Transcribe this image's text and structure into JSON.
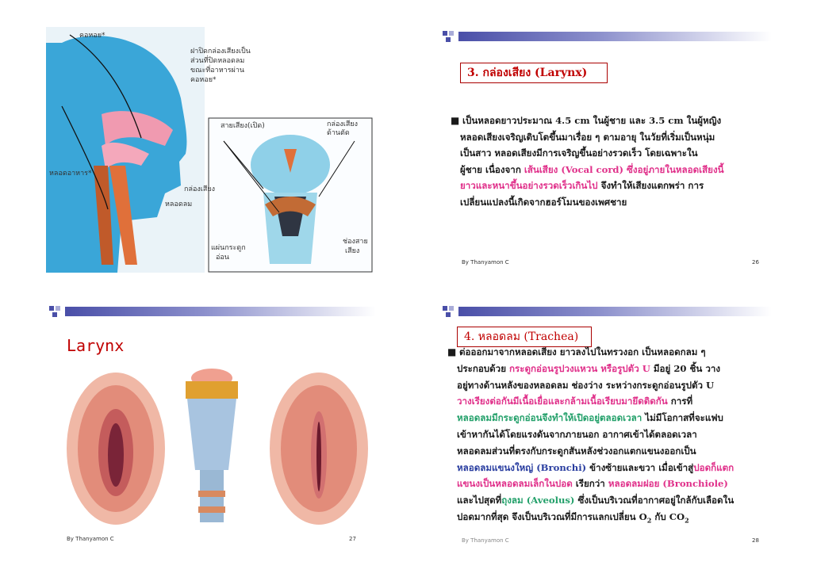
{
  "slide25": {
    "labels": [
      "คอหอย*",
      "ฝาปิดกล่องเสียงเป็น",
      "ส่วนที่ปิดหลอดลม",
      "ขณะที่อาหารผ่าน",
      "คอหอย*",
      "สายเสียง(เปิด)",
      "กล่องเสียง",
      "ด้านตัด",
      "หลอดอาหาร*",
      "กล่องเสียง",
      "หลอดลม",
      "แผ่นกระดูก",
      "อ่อน",
      "ช่องสาย",
      "เสียง"
    ]
  },
  "slide26": {
    "title": "3. กล่องเสียง (Larynx)",
    "bullet": "■",
    "text": {
      "p1": "เป็นหลอดยาวประมาณ 4.5   cm ในผู้ชาย และ 3.5   cm ในผู้หญิง",
      "p2": "หลอดเสียงเจริญเติบโตขึ้นมาเรื่อย ๆ ตามอายุ ในวัยที่เริ่มเป็นหนุ่ม",
      "p3": "เป็นสาว หลอดเสียงมีการเจริญขึ้นอย่างรวดเร็ว โดยเฉพาะใน",
      "p4a": "ผู้ชาย เนื่องจาก ",
      "p4b": "เส้นเสียง (Vocal cord) ซึ่งอยู่ภายในหลอดเสียงนี้",
      "p5a": "ยาวและหนาขึ้นอย่างรวดเร็วเกินไป",
      "p5b": " จึงทำให้เสียงแตกพร่า การ",
      "p6": "เปลี่ยนแปลงนี้เกิดจากฮอร์โมนของเพศชาย"
    },
    "footer_author": "By Thanyamon C",
    "page": "26"
  },
  "slide27": {
    "title": "Larynx",
    "footer_author": "By Thanyamon C",
    "page": "27"
  },
  "slide28": {
    "title": "4. หลอดลม (Trachea)",
    "bullet": "■",
    "lines": {
      "l1": "ต่อออกมาจากหลอดเสียง ยาวลงไปในทรวงอก เป็นหลอดกลม ๆ",
      "l2a": "ประกอบด้วย ",
      "l2b": "กระดูกอ่อนรูปวงแหวน หรือรูปตัว U",
      "l2c": " มีอยู่ 20 ชิ้น  วาง",
      "l3": "อยู่ทางด้านหลังของหลอดลม ช่องว่าง ระหว่างกระดูกอ่อนรูปตัว U",
      "l4a": "วางเรียงต่อกันมีเนื้อเยื่อและกล้ามเนื้อเรียบมายึดติดกัน",
      "l4b": " การที่",
      "l5a": "หลอดลมมีกระดูกอ่อนจึงทำให้เปิดอยู่ตลอดเวลา",
      "l5b": " ไม่มีโอกาสที่จะแฟบ",
      "l6": "เข้าหากันได้โดยแรงดันจากภายนอก อากาศเข้าได้ตลอดเวลา",
      "l7": "หลอดลมส่วนที่ตรงกับกระดูกสันหลังช่วงอกแตกแขนงออกเป็น",
      "l8a": "หลอดลมแขนงใหญ่ (Bronchi)",
      "l8b": " ข้างซ้ายและขวา เมื่อเข้าสู่",
      "l8c": "ปอดก็แตก",
      "l9a": "แขนงเป็นหลอดลมเล็กในปอด",
      "l9b": " เรียกว่า ",
      "l9c": "หลอดลมฝอย (Bronchiole)",
      "l10a": "และไปสุดที่",
      "l10b": "ถุงลม (Aveolus)",
      "l10c": " ซึ่งเป็นบริเวณที่อากาศอยู่ใกล้กับเลือดใน",
      "l11a": "ปอดมากที่สุด จึงเป็นบริเวณที่มีการแลกเปลี่ยน O",
      "l11sub1": "2",
      "l11b": " กับ CO",
      "l11sub2": "2"
    },
    "footer_author": "By Thanyamon C",
    "page": "28"
  },
  "colors": {
    "title_red": "#c00000",
    "pink": "#e0308a",
    "blue": "#2a3ea0",
    "green": "#23a06a",
    "bar": "#4a4fa8"
  }
}
